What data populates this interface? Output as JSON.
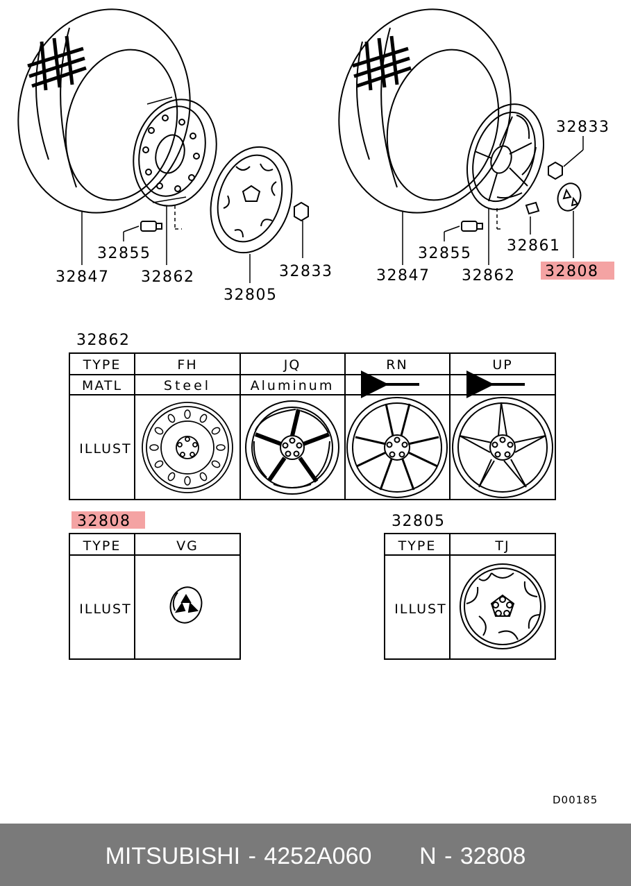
{
  "diagram": {
    "left_assembly": {
      "labels": {
        "tire": "32847",
        "valve": "32855",
        "wheel": "32862",
        "cover": "32805",
        "nut": "32833"
      }
    },
    "right_assembly": {
      "labels": {
        "tire": "32847",
        "valve": "32855",
        "wheel": "32862",
        "weight": "32861",
        "nut": "32833",
        "cap": "32808"
      }
    },
    "highlight_color": "#f4a3a3",
    "drawing_code": "D00185"
  },
  "wheel_table": {
    "title": "32862",
    "row_labels": {
      "type": "TYPE",
      "matl": "MATL",
      "illust": "ILLUST"
    },
    "columns": [
      {
        "type": "FH",
        "matl": "Steel",
        "icon": "steel-wheel-icon"
      },
      {
        "type": "JQ",
        "matl": "Aluminum",
        "icon": "alloy-wheel-icon"
      },
      {
        "type": "RN",
        "matl": "",
        "icon": "alloy-wheel-icon"
      },
      {
        "type": "UP",
        "matl": "",
        "icon": "alloy-wheel-icon"
      }
    ]
  },
  "cap_table": {
    "title": "32808",
    "row_labels": {
      "type": "TYPE",
      "illust": "ILLUST"
    },
    "columns": [
      {
        "type": "VG",
        "icon": "center-cap-icon"
      }
    ]
  },
  "cover_table": {
    "title": "32805",
    "row_labels": {
      "type": "TYPE",
      "illust": "ILLUST"
    },
    "columns": [
      {
        "type": "TJ",
        "icon": "wheel-cover-icon"
      }
    ]
  },
  "footer": {
    "brand": "MITSUBISHI",
    "part_number": "4252A060",
    "ref": "N - 32808"
  }
}
